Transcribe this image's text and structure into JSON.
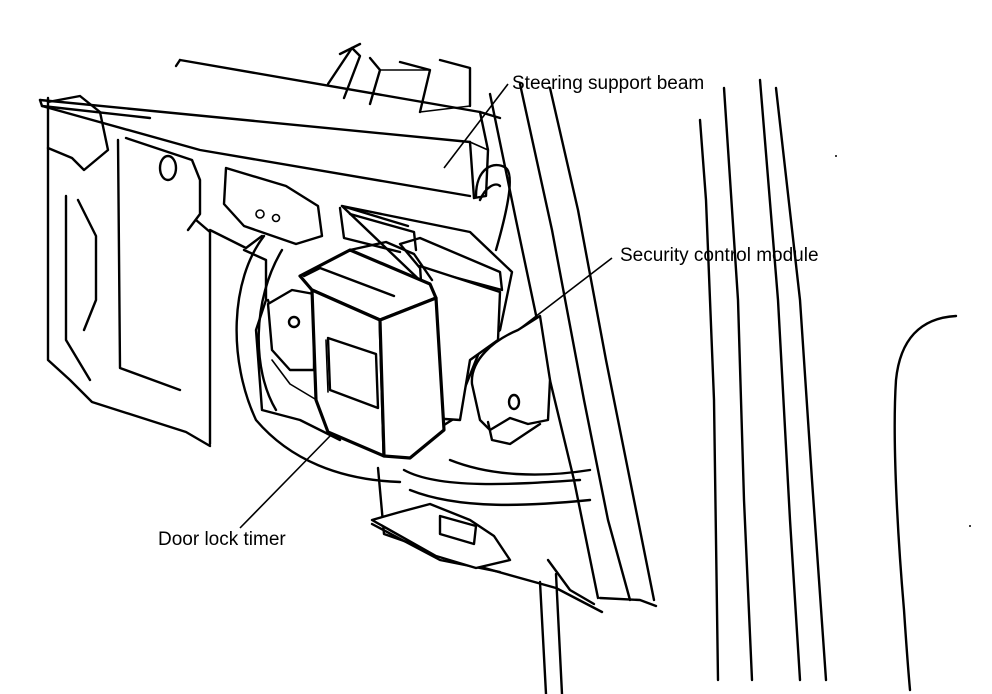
{
  "labels": {
    "steering_support_beam": "Steering support beam",
    "security_control_module": "Security control module",
    "door_lock_timer": "Door lock timer"
  }
}
